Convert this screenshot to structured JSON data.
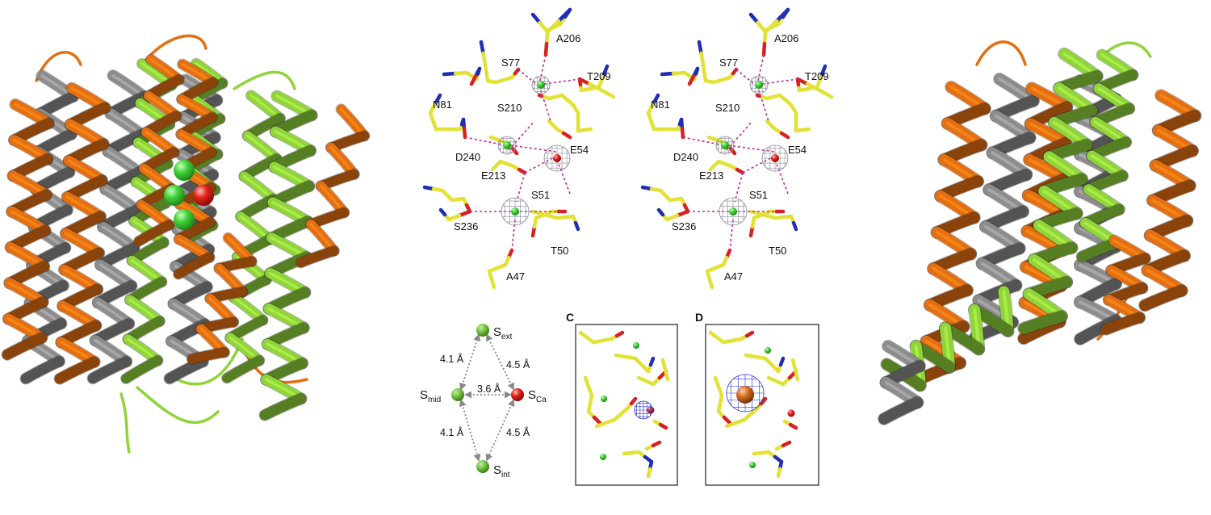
{
  "stereo_residues": [
    "A206",
    "S77",
    "T209",
    "N81",
    "S210",
    "D240",
    "E54",
    "E213",
    "S51",
    "S236",
    "T50",
    "A47"
  ],
  "schematic": {
    "sites": {
      "ext": {
        "main": "S",
        "sub": "ext"
      },
      "mid": {
        "main": "S",
        "sub": "mid"
      },
      "ca": {
        "main": "S",
        "sub": "Ca"
      },
      "int": {
        "main": "S",
        "sub": "int"
      }
    },
    "distances": {
      "mid_ext": "4.1 Å",
      "ca_ext": "4.5 Å",
      "mid_ca": "3.6 Å",
      "mid_int": "4.1 Å",
      "ca_int": "4.5 Å"
    }
  },
  "panels": {
    "c": "C",
    "d": "D"
  },
  "colors": {
    "orange": "#e46f12",
    "lime": "#8fd43a",
    "gray": "#8c8c8c",
    "carbon": "#e2e236",
    "oxygen": "#d92020",
    "nitrogen": "#1f2fb5",
    "ca_ion": "#e0201a",
    "bond": "#c02a9a",
    "site_green": "#6cbf3a",
    "site_red": "#e0201a",
    "mesh_gray": "#8a8a9a",
    "mesh_blue": "#2a30c8",
    "sphere_green": "#4cdc3c",
    "sphere_red": "#e0201a",
    "copper": "#c8641c"
  }
}
